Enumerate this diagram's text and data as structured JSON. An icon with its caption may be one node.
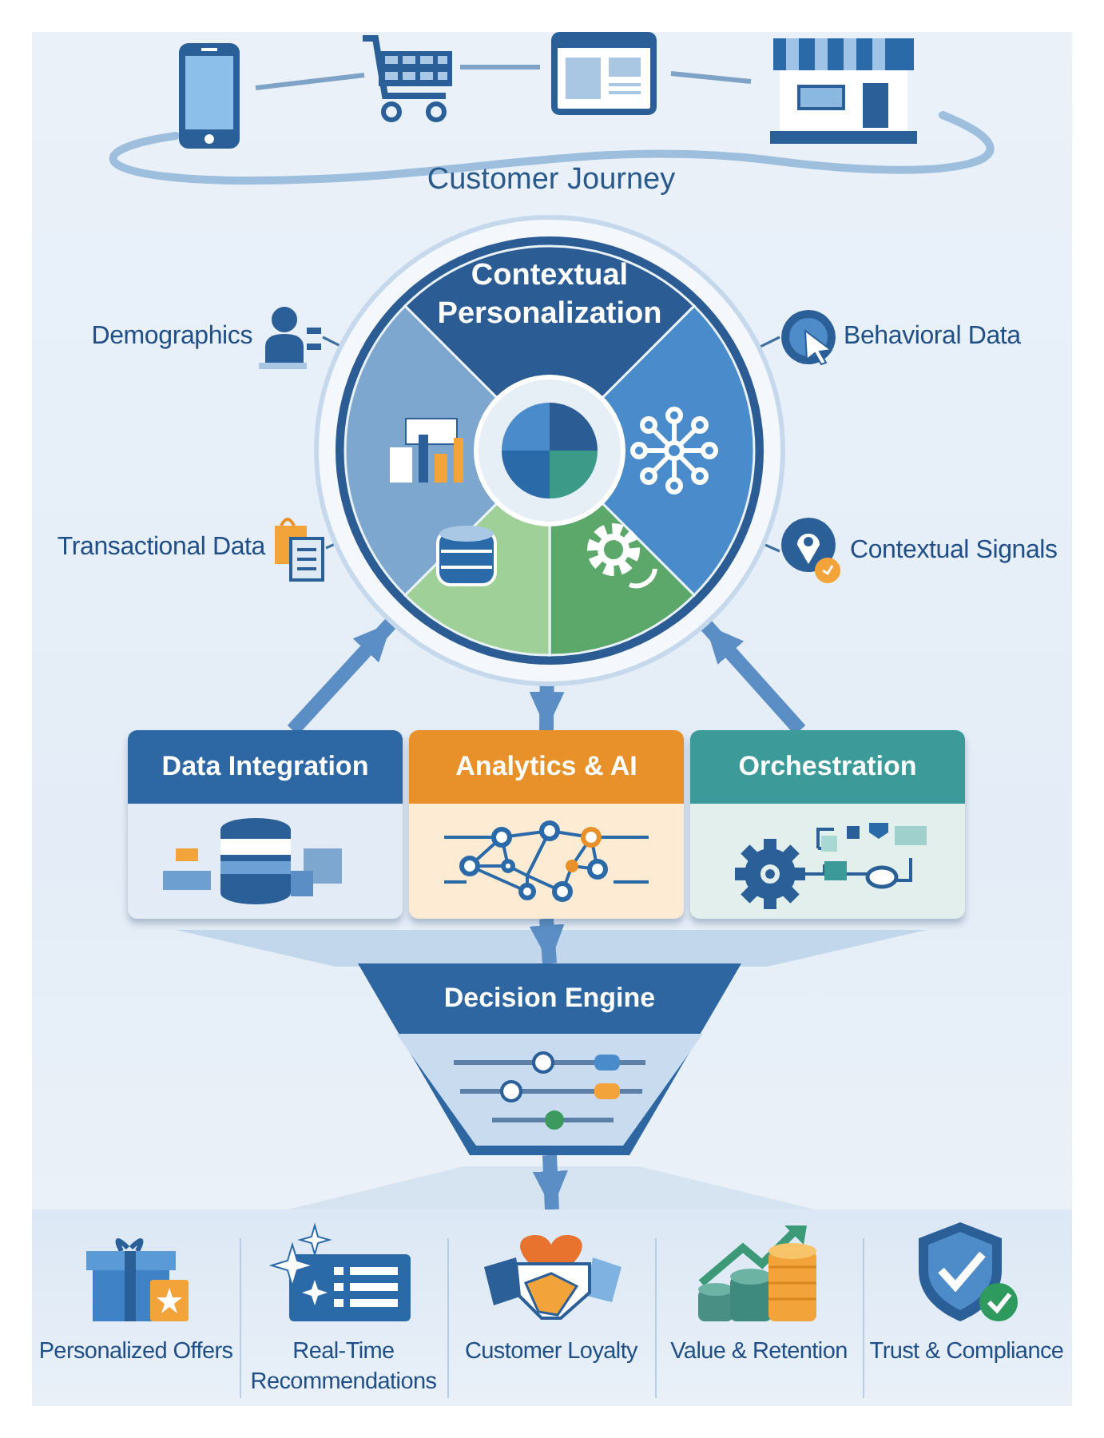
{
  "diagram": {
    "nodes": [
      {
        "text": [
          "Customer Journey"
        ]
      },
      {
        "text": [
          "Contextual Personalization"
        ]
      },
      {
        "text": [
          "Demographics"
        ]
      },
      {
        "text": [
          "Behavioral Data"
        ]
      },
      {
        "text": [
          "Transactional Data"
        ]
      },
      {
        "text": [
          "Contextual Signals"
        ]
      },
      {
        "text": [
          "Data Integration"
        ]
      },
      {
        "text": [
          "Analytics & AI"
        ]
      },
      {
        "text": [
          "Orchestration"
        ]
      },
      {
        "text": [
          "Decision Engine"
        ]
      },
      {
        "text": [],
        "shape": "box"
      },
      {
        "text": [
          "Personalized Offers"
        ],
        "in": 10
      },
      {
        "text": [
          "Real-Time Recommendations"
        ],
        "in": 10
      },
      {
        "text": [
          "Customer Loyalty"
        ],
        "in": 10
      },
      {
        "text": [
          "Value & Retention"
        ],
        "in": 10
      },
      {
        "text": [
          "Trust & Compliance"
        ],
        "in": 10
      }
    ],
    "edges": [
      {
        "from": 2,
        "to": 1,
        "arrow": "none"
      },
      {
        "from": 3,
        "to": 1,
        "arrow": "none"
      },
      {
        "from": 4,
        "to": 1,
        "arrow": "none"
      },
      {
        "from": 5,
        "to": 1,
        "arrow": "none"
      },
      {
        "from": 6,
        "to": 1,
        "arrow": "to"
      },
      {
        "from": 8,
        "to": 1,
        "arrow": "to"
      },
      {
        "from": 1,
        "to": 7,
        "arrow": "to"
      },
      {
        "from": 7,
        "to": 9,
        "arrow": "to"
      },
      {
        "from": 9,
        "to": 10,
        "arrow": "to"
      }
    ]
  }
}
